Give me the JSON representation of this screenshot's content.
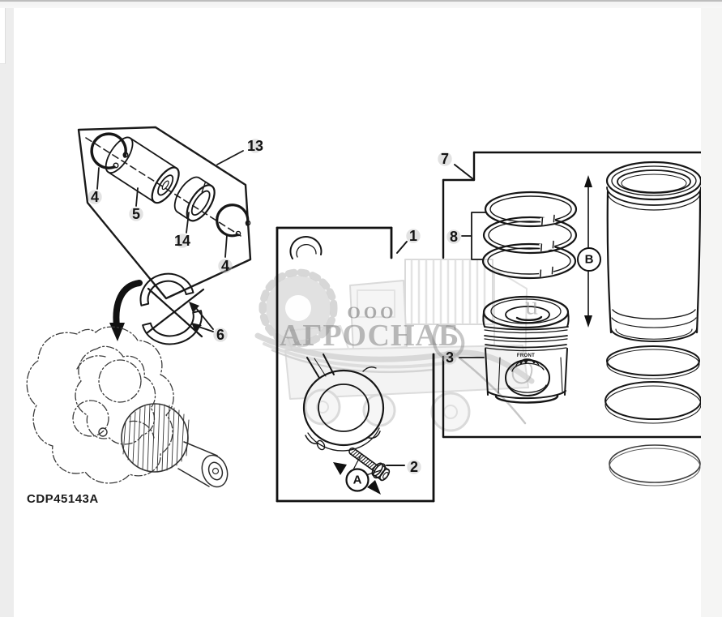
{
  "figure": {
    "caption": "CDP45143A",
    "front_marking": "FRONT",
    "callouts": {
      "c1": "1",
      "c2": "2",
      "c3": "3",
      "c4_left": "4",
      "c4_right": "4",
      "c5": "5",
      "c6": "6",
      "c7": "7",
      "c8": "8",
      "c13": "13",
      "c14": "14"
    },
    "view_refs": {
      "a": "A",
      "b": "B"
    }
  },
  "watermark": {
    "org_prefix": "ООО",
    "org_name": "АГРОСНАБ",
    "stray_letter": "u"
  },
  "colors": {
    "line": "#1a1a1a",
    "paper": "#ffffff",
    "margin": "#ededed",
    "watermark_gray": "#cccccc"
  }
}
